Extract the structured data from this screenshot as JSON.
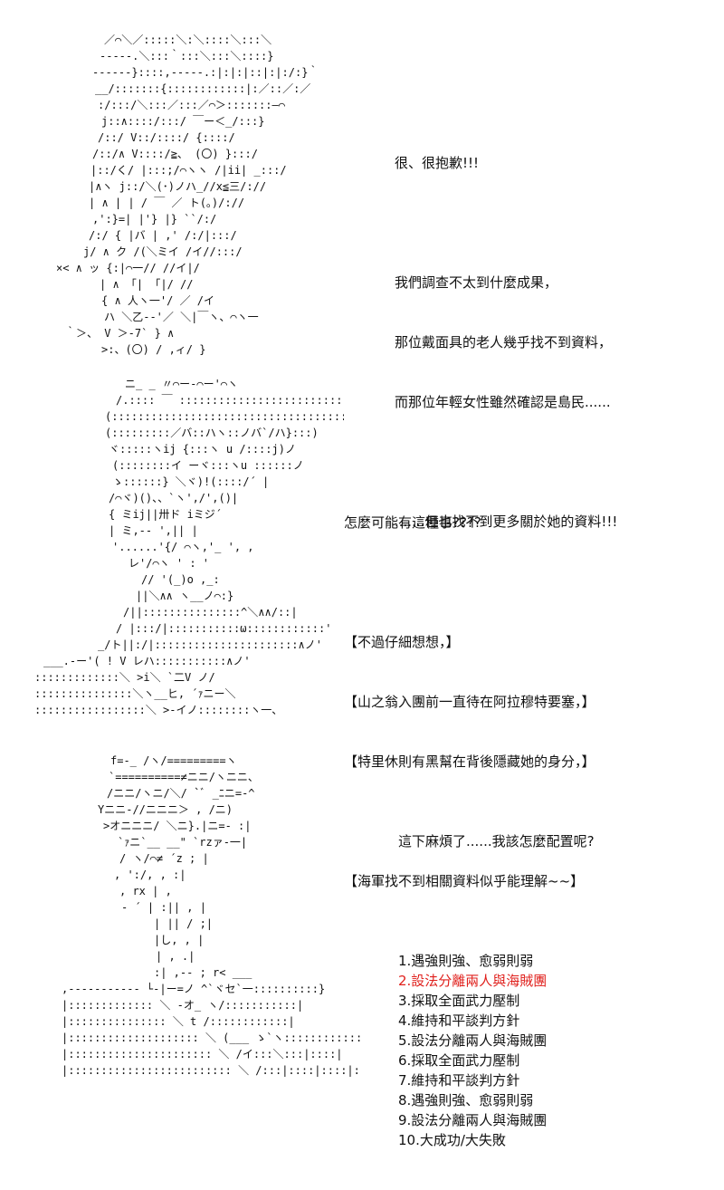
{
  "panel1": {
    "lines": [
      "很、很抱歉!!!",
      "",
      "我們調查不太到什麼成果，",
      "那位戴面具的老人幾乎找不到資料，",
      "而那位年輕女性雖然確認是島民......",
      "",
      ".......但也找不到更多關於她的資料!!!"
    ]
  },
  "panel2": {
    "lines": [
      "怎麼可能有這種事????",
      "",
      "【不過仔細想想，】",
      "【山之翁入團前一直待在阿拉穆特要塞，】",
      "【特里休則有黑幫在背後隱藏她的身分，】",
      "",
      "【海軍找不到相關資料似乎能理解~~】"
    ]
  },
  "panel3": {
    "intro": "這下麻煩了......我該怎麼配置呢?",
    "options": [
      {
        "label": "1.遇強則強、愈弱則弱",
        "color": "#111111"
      },
      {
        "label": "2.設法分離兩人與海賊團",
        "color": "#e0201c"
      },
      {
        "label": "3.採取全面武力壓制",
        "color": "#111111"
      },
      {
        "label": "4.維持和平談判方針",
        "color": "#111111"
      },
      {
        "label": "5.設法分離兩人與海賊團",
        "color": "#111111"
      },
      {
        "label": "6.採取全面武力壓制",
        "color": "#111111"
      },
      {
        "label": "7.維持和平談判方針",
        "color": "#111111"
      },
      {
        "label": "8.遇強則強、愈弱則弱",
        "color": "#111111"
      },
      {
        "label": "9.設法分離兩人與海賊團",
        "color": "#111111"
      },
      {
        "label": "10.大成功/大失敗",
        "color": "#111111"
      }
    ]
  }
}
